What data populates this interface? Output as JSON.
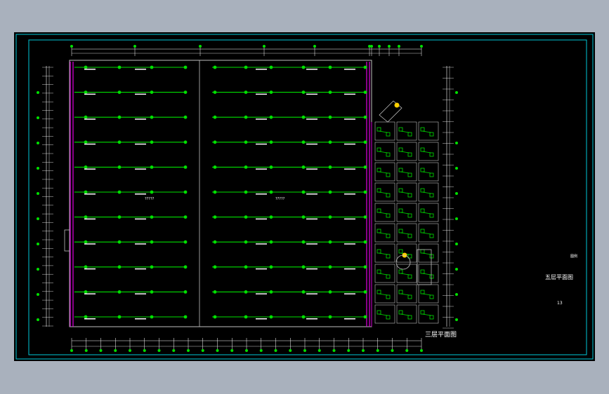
{
  "drawing": {
    "title": "三层平面图",
    "side_title": "五层平面图",
    "side_note": "图例",
    "side_code": "13",
    "center_mark": "?????"
  },
  "colors": {
    "background": "#a9b1bd",
    "canvas": "#000000",
    "frame": "#00c8d7",
    "circuit": "#00e000",
    "conduit": "#d000d0",
    "wall": "#c0c0c0",
    "fixture": "#ffffff",
    "accent": "#ffd000"
  },
  "icons": [
    "light-fixture-icon",
    "junction-box-icon",
    "stair-icon"
  ]
}
